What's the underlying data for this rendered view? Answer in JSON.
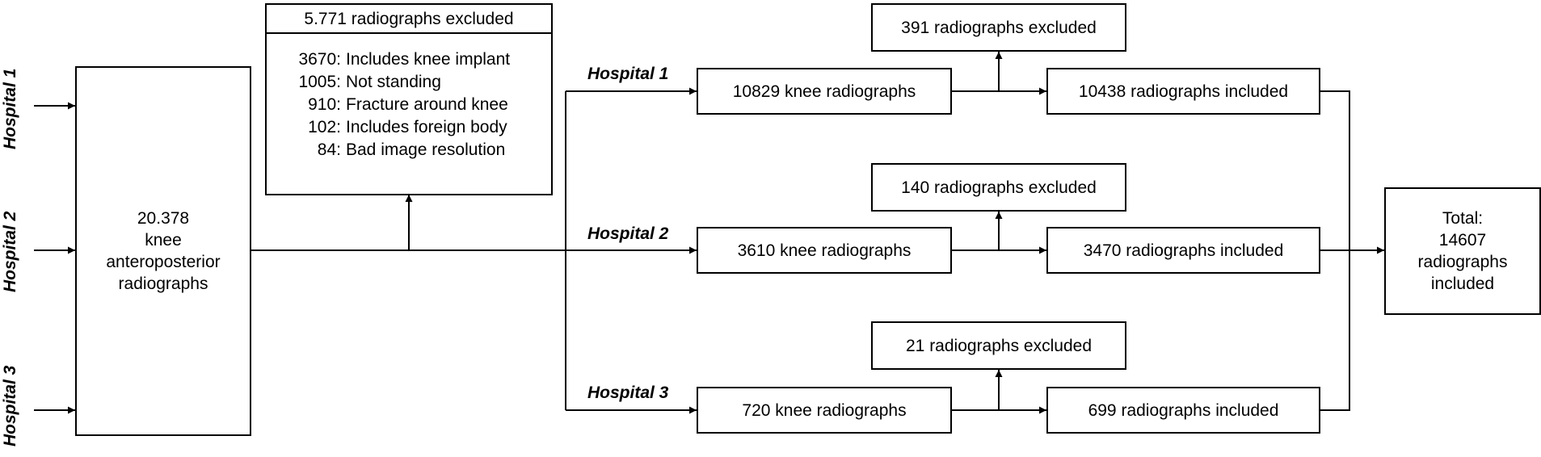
{
  "source_labels": [
    "Hospital 1",
    "Hospital 2",
    "Hospital 3"
  ],
  "initial": {
    "lines": [
      "20.378",
      "knee",
      "anteroposterior",
      "radiographs"
    ]
  },
  "exclusion": {
    "header": "5.771 radiographs excluded",
    "reasons": [
      {
        "count": "3670:",
        "reason": "Includes knee implant"
      },
      {
        "count": "1005:",
        "reason": "Not standing"
      },
      {
        "count": "910:",
        "reason": "Fracture around knee"
      },
      {
        "count": "102:",
        "reason": "Includes foreign body"
      },
      {
        "count": "84:",
        "reason": "Bad image resolution"
      }
    ]
  },
  "hospitals": [
    {
      "label": "Hospital 1",
      "total": "10829 knee radiographs",
      "excluded": "391 radiographs excluded",
      "included": "10438 radiographs included"
    },
    {
      "label": "Hospital 2",
      "total": "3610 knee radiographs",
      "excluded": "140 radiographs excluded",
      "included": "3470 radiographs included"
    },
    {
      "label": "Hospital 3",
      "total": "720 knee radiographs",
      "excluded": "21 radiographs excluded",
      "included": "699 radiographs included"
    }
  ],
  "final": {
    "lines": [
      "Total:",
      "14607",
      "radiographs",
      "included"
    ]
  }
}
